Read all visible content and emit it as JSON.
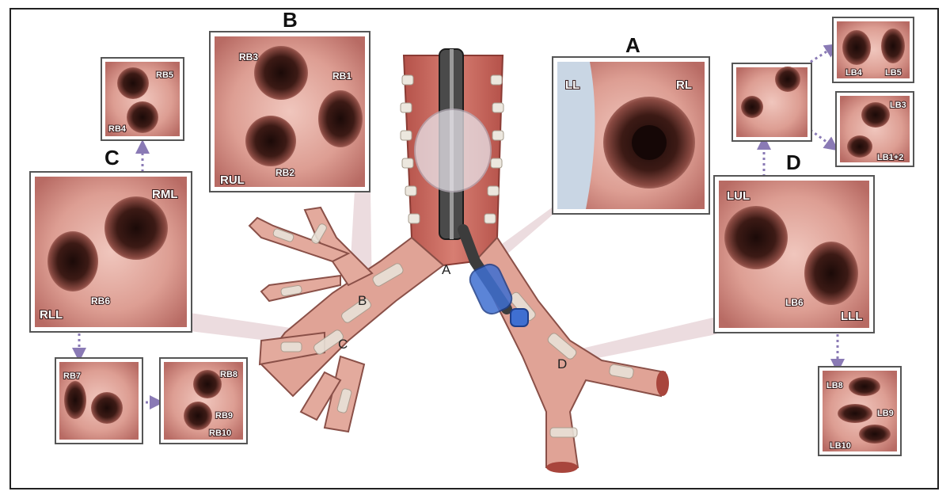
{
  "panels": {
    "A": {
      "letter": "A",
      "labels": [
        "LL",
        "RL"
      ]
    },
    "B": {
      "letter": "B",
      "labels": [
        "RB3",
        "RB1",
        "RB2",
        "RUL"
      ]
    },
    "C": {
      "letter": "C",
      "labels": [
        "RML",
        "RB6",
        "RLL"
      ],
      "upper": [
        "RB5",
        "RB4"
      ],
      "lower_left": [
        "RB7"
      ],
      "lower_right": [
        "RB8",
        "RB9",
        "RB10"
      ]
    },
    "D": {
      "letter": "D",
      "labels": [
        "LUL",
        "LB6",
        "LLL"
      ],
      "upper_left": [],
      "upper_right_top": [
        "LB4",
        "LB5"
      ],
      "upper_right_bottom": [
        "LB3",
        "LB1+2"
      ],
      "lower": [
        "LB8",
        "LB9",
        "LB10"
      ]
    }
  },
  "tree_labels": [
    "A",
    "B",
    "C",
    "D"
  ],
  "colors": {
    "mucosa": "#d9968f",
    "mucosa_dark": "#7a2f2a",
    "cartilage": "#e8e2d8",
    "scope": "#3a3a3a",
    "balloon": "#3f6fd1",
    "arrow": "#8a7ab5"
  }
}
